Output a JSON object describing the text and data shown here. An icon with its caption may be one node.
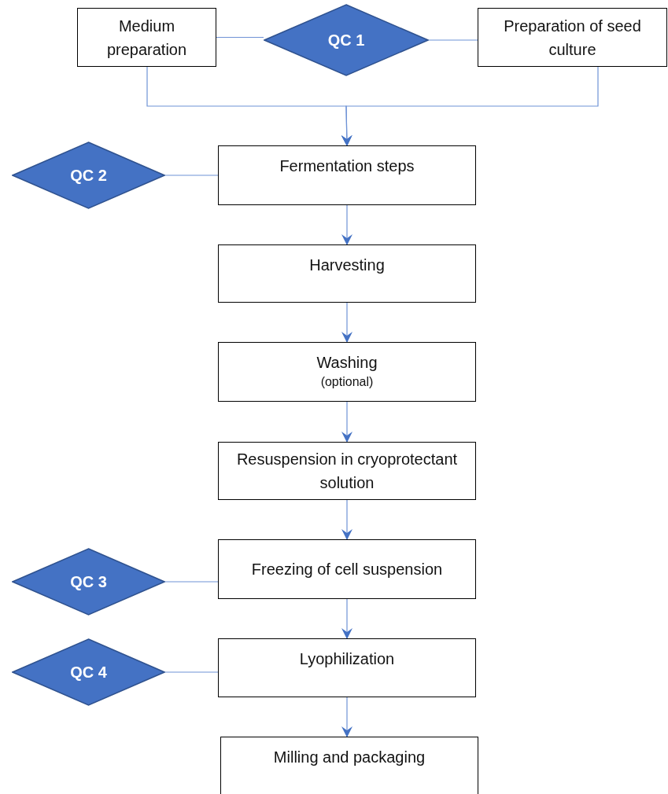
{
  "diagram": {
    "nodes": [
      {
        "text": [
          "Medium preparation"
        ]
      },
      {
        "text": [
          "QC 1"
        ]
      },
      {
        "text": [
          "Preparation of seed culture"
        ]
      },
      {
        "text": [
          "Fermentation steps"
        ]
      },
      {
        "text": [
          "QC 2"
        ]
      },
      {
        "text": [
          "Harvesting"
        ]
      },
      {
        "text": [
          "Washing",
          "(optional)"
        ]
      },
      {
        "text": [
          "Resuspension in cryoprotectant solution"
        ]
      },
      {
        "text": [
          "Freezing of cell suspension"
        ]
      },
      {
        "text": [
          "QC 3"
        ]
      },
      {
        "text": [
          "Lyophilization"
        ]
      },
      {
        "text": [
          "QC 4"
        ]
      },
      {
        "text": [
          "Milling and packaging"
        ]
      }
    ],
    "edges": [
      {
        "from": 0,
        "to": 1,
        "arrow": "none"
      },
      {
        "from": 1,
        "to": 2,
        "arrow": "none"
      },
      {
        "from": 0,
        "to": 3,
        "arrow": "to"
      },
      {
        "from": 2,
        "to": 3,
        "arrow": "to"
      },
      {
        "from": 4,
        "to": 3,
        "arrow": "none"
      },
      {
        "from": 3,
        "to": 5,
        "arrow": "to"
      },
      {
        "from": 5,
        "to": 6,
        "arrow": "to"
      },
      {
        "from": 6,
        "to": 7,
        "arrow": "to"
      },
      {
        "from": 7,
        "to": 8,
        "arrow": "to"
      },
      {
        "from": 9,
        "to": 8,
        "arrow": "none"
      },
      {
        "from": 8,
        "to": 10,
        "arrow": "to"
      },
      {
        "from": 11,
        "to": 10,
        "arrow": "none"
      },
      {
        "from": 10,
        "to": 12,
        "arrow": "to"
      }
    ]
  }
}
